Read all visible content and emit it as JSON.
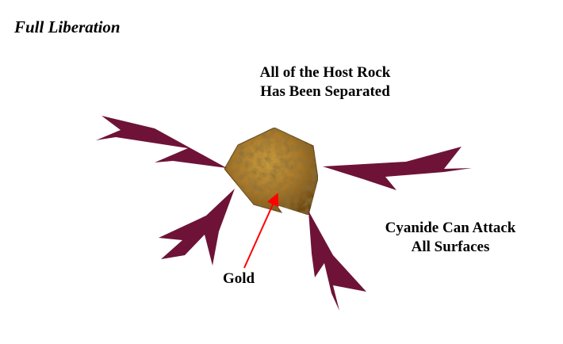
{
  "title": "Full Liberation",
  "labels": {
    "host_line1": "All of the Host Rock",
    "host_line2": "Has Been Separated",
    "cyanide_line1": "Cyanide Can Attack",
    "cyanide_line2": "All Surfaces",
    "gold": "Gold"
  },
  "colors": {
    "arrow": "#6e1337",
    "rock": "#a8782a",
    "gold_pointer": "#ff0000"
  },
  "icons": [
    "cyanide-arrow-icon",
    "rock-particle-icon",
    "gold-pointer-icon"
  ]
}
